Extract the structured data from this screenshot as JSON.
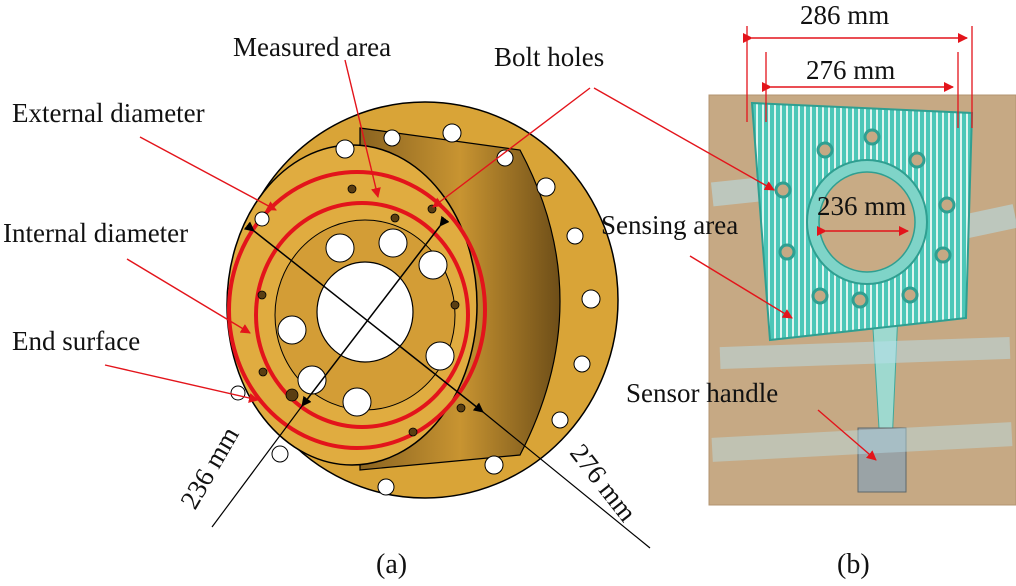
{
  "panel_a": {
    "labels": {
      "measured_area": "Measured area",
      "bolt_holes": "Bolt holes",
      "external_diameter": "External diameter",
      "internal_diameter": "Internal diameter",
      "end_surface": "End surface"
    },
    "dims": {
      "internal": "236 mm",
      "external": "276 mm"
    },
    "caption": "(a)"
  },
  "panel_b": {
    "dims": {
      "outer": "286 mm",
      "middle": "276 mm",
      "inner": "236 mm"
    },
    "labels": {
      "sensing_area": "Sensing area",
      "sensor_handle": "Sensor handle"
    },
    "caption": "(b)"
  },
  "colors": {
    "flange_gold": "#d9a437",
    "flange_gold_dark": "#a8781f",
    "ring_red": "#e3141b",
    "sensor_teal": "#3fbfb0",
    "cardboard": "#c6a984",
    "pointer_red": "#e3141b"
  }
}
